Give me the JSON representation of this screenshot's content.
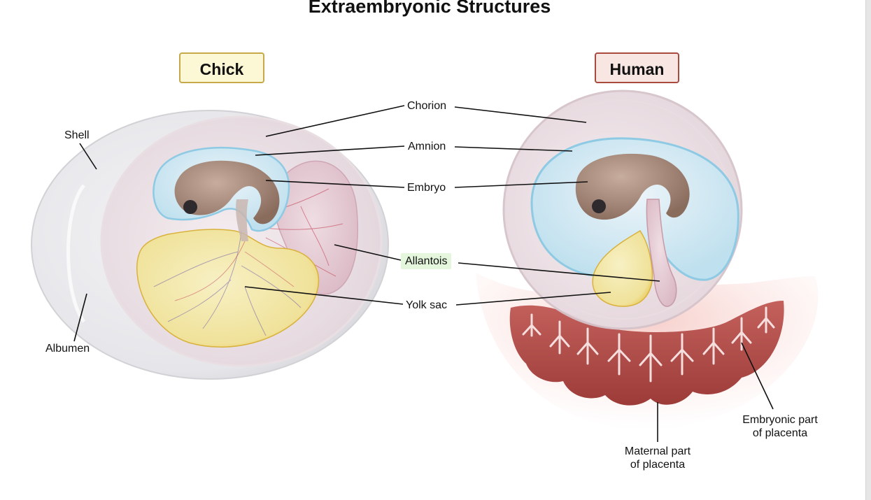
{
  "title": "Extraembryonic Structures",
  "panels": {
    "chick": "Chick",
    "human": "Human"
  },
  "labels": {
    "chorion": "Chorion",
    "amnion": "Amnion",
    "embryo": "Embryo",
    "allantois": "Allantois",
    "yolk_sac": "Yolk sac",
    "shell": "Shell",
    "albumen": "Albumen",
    "maternal_placenta_1": "Maternal part",
    "maternal_placenta_2": "of placenta",
    "embryonic_placenta_1": "Embryonic part",
    "embryonic_placenta_2": "of placenta"
  },
  "colors": {
    "allantois_highlight": "#e4f6dc",
    "chick_tag_fill": "#fcf7d5",
    "chick_tag_border": "#c6a94a",
    "human_tag_fill": "#f8e6e2",
    "human_tag_border": "#a94a3f",
    "amnion_fluid": "#bfe3f2",
    "yolk": "#f0e29a",
    "placenta": "#b9524f"
  }
}
